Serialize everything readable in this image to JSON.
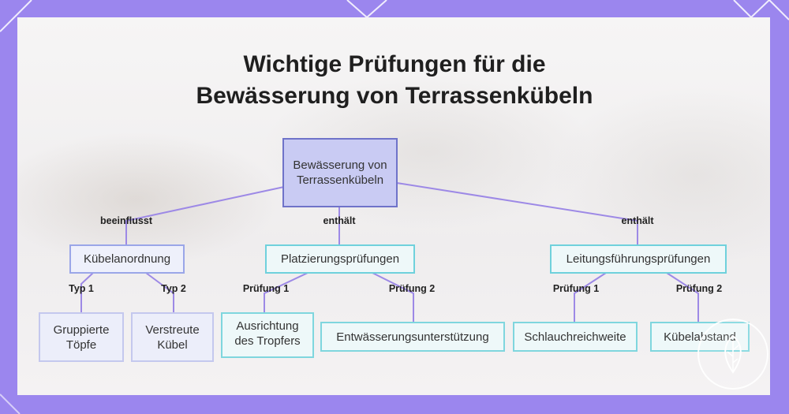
{
  "title": {
    "line1": "Wichtige Prüfungen für die",
    "line2": "Bewässerung von Terrassenkübeln"
  },
  "root": {
    "label": "Bewässerung von Terrassenkübeln"
  },
  "branches": [
    {
      "edge_label": "beeinflusst",
      "label": "Kübelanordnung",
      "children": [
        {
          "edge_label": "Typ 1",
          "label": "Gruppierte Töpfe"
        },
        {
          "edge_label": "Typ 2",
          "label": "Verstreute Kübel"
        }
      ]
    },
    {
      "edge_label": "enthält",
      "label": "Platzierungsprüfungen",
      "children": [
        {
          "edge_label": "Prüfung 1",
          "label": "Ausrichtung des Tropfers"
        },
        {
          "edge_label": "Prüfung 2",
          "label": "Entwässerungsunterstützung"
        }
      ]
    },
    {
      "edge_label": "enthält",
      "label": "Leitungsführungsprüfungen",
      "children": [
        {
          "edge_label": "Prüfung 1",
          "label": "Schlauchreichweite"
        },
        {
          "edge_label": "Prüfung 2",
          "label": "Kübelabstand"
        }
      ]
    }
  ],
  "colors": {
    "frame": "#9b86ee",
    "edge": "#9d89e6",
    "root_fill": "#c9cbf3",
    "blue_border": "#9aa6e8",
    "teal_border": "#6fd1dc"
  },
  "watermark_icon": "leaf-logo-icon"
}
